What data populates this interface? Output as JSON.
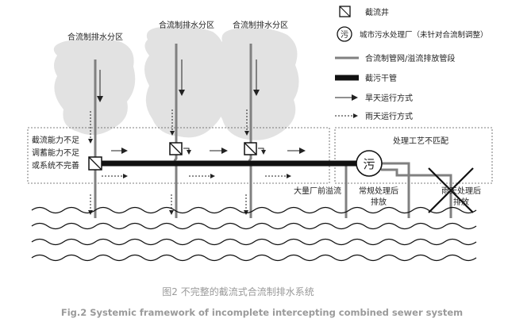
{
  "zones": {
    "zone1": "合流制排水分区",
    "zone2": "合流制排水分区",
    "zone3": "合流制排水分区"
  },
  "legend": {
    "interceptor_well": "截流井",
    "wwtp": "城市污水处理厂（未针对合流制调整）",
    "combined_pipe": "合流制管网/溢流排放管段",
    "intercepting_main": "截污干管",
    "dry_weather": "旱天运行方式",
    "wet_weather": "雨天运行方式"
  },
  "labels": {
    "left_box_line1": "截流能力不足",
    "left_box_line2": "调蓄能力不足",
    "left_box_line3": "或系统不完善",
    "process_mismatch": "处理工艺不匹配",
    "plant_symbol": "污",
    "overflow_before_plant": "大量厂前溢流",
    "normal_line1": "常规处理后",
    "normal_line2": "排放",
    "rain_line1": "雨天处理后",
    "rain_line2": "排放"
  },
  "caption": {
    "cn": "图2 不完整的截流式合流制排水系统",
    "en": "Fig.2 Systemic framework of incomplete intercepting combined sewer system"
  }
}
